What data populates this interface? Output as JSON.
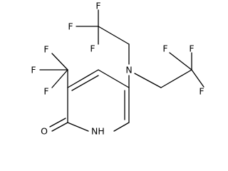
{
  "molecule": {
    "atoms": {
      "F": "F",
      "N": "N",
      "O": "O",
      "NH": "NH"
    },
    "colors": {
      "bond": "#000000",
      "text": "#000000",
      "background": "#ffffff"
    }
  }
}
